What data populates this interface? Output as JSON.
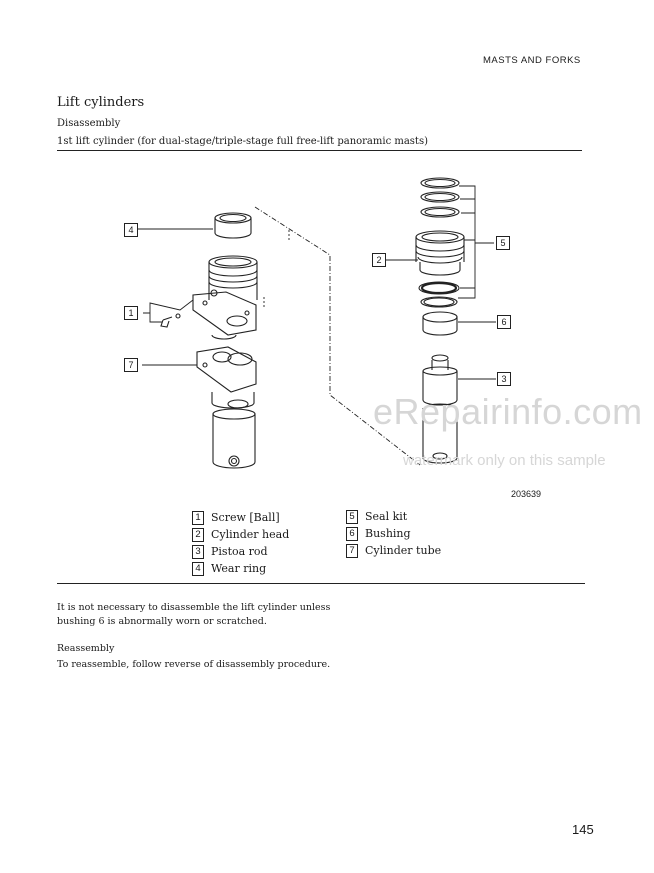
{
  "header": {
    "section": "MASTS AND FORKS"
  },
  "title": "Lift cylinders",
  "subtitle": "Disassembly",
  "caption": "1st lift cylinder (for dual-stage/triple-stage full free-lift panoramic masts)",
  "figure": {
    "number": "203639",
    "callouts": [
      "1",
      "2",
      "3",
      "4",
      "5",
      "6",
      "7"
    ]
  },
  "legend": {
    "left": [
      {
        "num": "1",
        "label": "Screw [Ball]"
      },
      {
        "num": "2",
        "label": "Cylinder head"
      },
      {
        "num": "3",
        "label": "Pistoa rod"
      },
      {
        "num": "4",
        "label": "Wear ring"
      }
    ],
    "right": [
      {
        "num": "5",
        "label": "Seal kit"
      },
      {
        "num": "6",
        "label": "Bushing"
      },
      {
        "num": "7",
        "label": "Cylinder tube"
      }
    ]
  },
  "note_line1": "It is not necessary to disassemble the lift cylinder unless",
  "note_line2": "bushing 6 is abnormally worn or scratched.",
  "reassembly_heading": "Reassembly",
  "reassembly_text": "To reassemble, follow reverse of disassembly procedure.",
  "page_number": "145",
  "watermark": {
    "main": "eRepairinfo.com",
    "sub": "watermark only on this sample"
  }
}
